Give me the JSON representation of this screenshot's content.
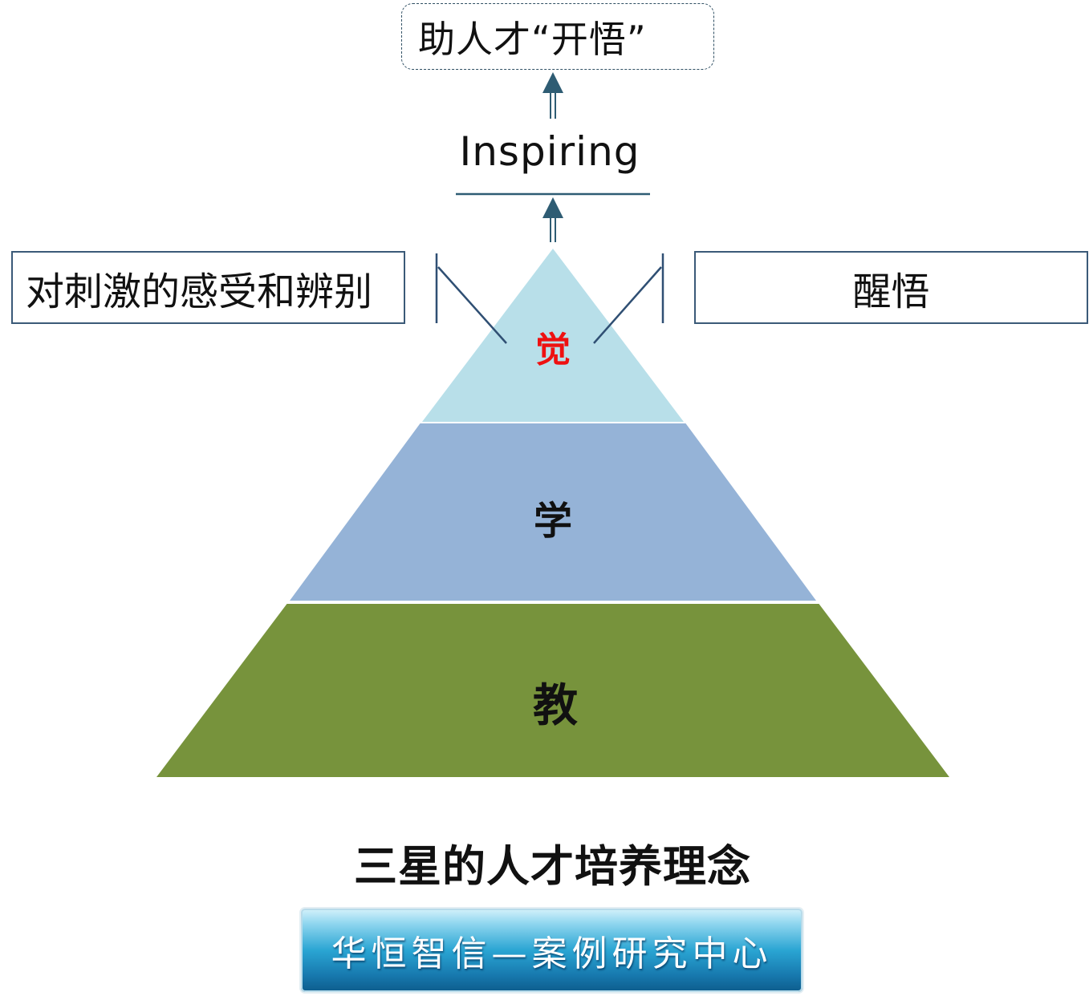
{
  "goal": {
    "text": "助人才“开悟”"
  },
  "inspiring_label": "Inspiring",
  "left_box": {
    "text": "对刺激的感受和辨别"
  },
  "right_box": {
    "text": "醒悟"
  },
  "pyramid": {
    "levels": [
      {
        "id": "top",
        "label": "觉",
        "fill": "#b8dfe9",
        "label_color": "#ee1111"
      },
      {
        "id": "middle",
        "label": "学",
        "fill": "#95b3d7"
      },
      {
        "id": "bottom",
        "label": "教",
        "fill": "#77933c"
      }
    ]
  },
  "colors": {
    "arrow": "#2e5c73",
    "connector": "#2f4f73",
    "box_border": "#3b5a78"
  },
  "caption": "三星的人才培养理念",
  "footer_banner": {
    "text": "华恒智信—案例研究中心"
  }
}
